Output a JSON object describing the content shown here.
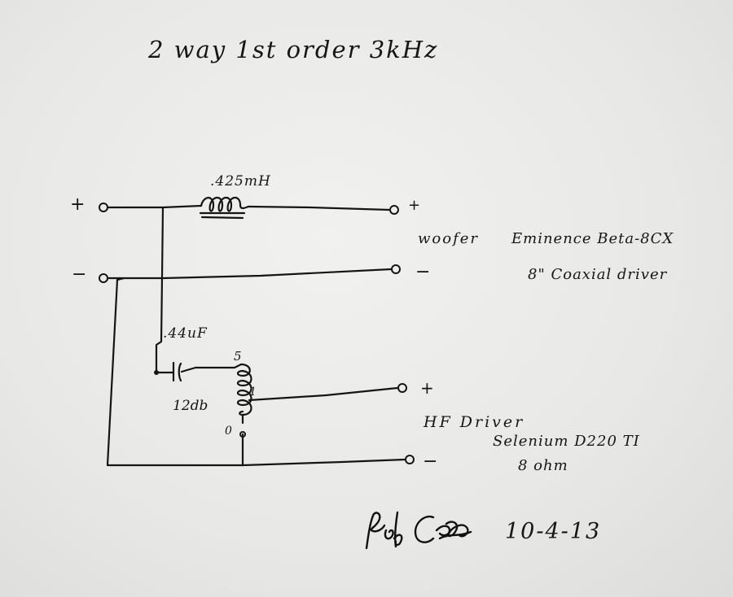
{
  "title": "2 way 1st order 3kHz",
  "inductor_value": ".425mH",
  "capacitor_value": ".44uF",
  "autoformer": {
    "tap_top": "5",
    "tap_mid": "1",
    "tap_bottom": "0",
    "attenuation": "12db"
  },
  "terminals": {
    "input_plus": "+",
    "input_minus": "−",
    "woofer_plus": "+",
    "woofer_minus": "−",
    "hf_plus": "+",
    "hf_minus": "−"
  },
  "woofer": {
    "label": "woofer",
    "model": "Eminence Beta-8CX",
    "description": "8\" Coaxial driver"
  },
  "hf_driver": {
    "label": "HF Driver",
    "model": "Selenium D220 TI",
    "impedance": "8 ohm"
  },
  "signature": "Bob C",
  "date": "10-4-13"
}
